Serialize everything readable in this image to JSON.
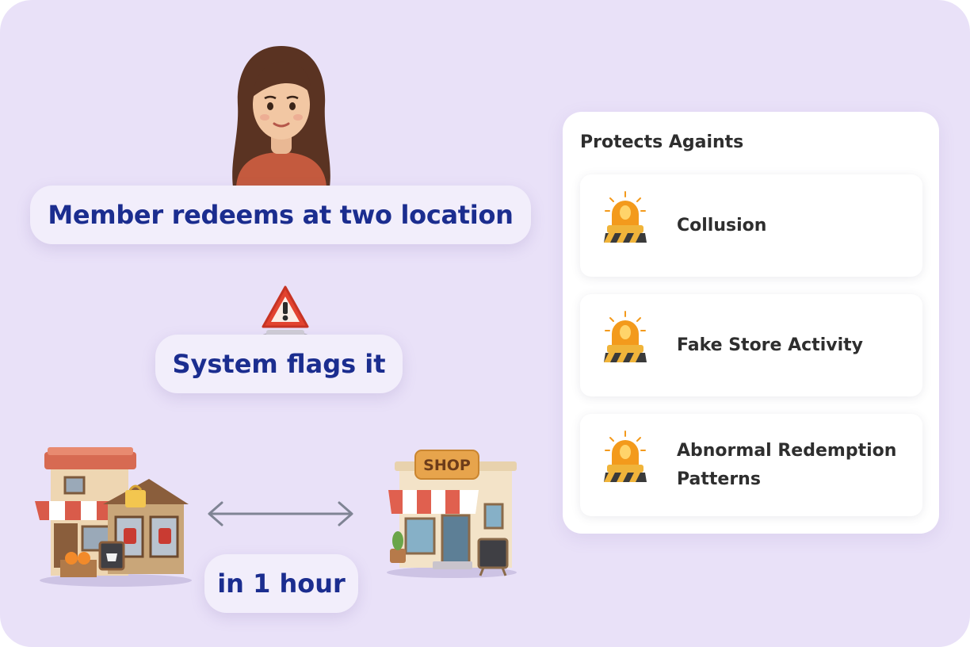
{
  "flow": {
    "member_label": "Member redeems at two location",
    "flag_label": "System flags it",
    "time_label": "in 1 hour"
  },
  "panel": {
    "title": "Protects Againts",
    "items": [
      {
        "label": "Collusion",
        "icon": "siren-icon"
      },
      {
        "label": "Fake Store Activity",
        "icon": "siren-icon"
      },
      {
        "label": "Abnormal Redemption Patterns",
        "icon": "siren-icon"
      }
    ]
  },
  "store_sign": "SHOP",
  "colors": {
    "background": "#e9e1f8",
    "pill": "#f2eefb",
    "heading_blue": "#1b2d8f",
    "text_dark": "#2e2e2e",
    "siren_orange": "#f39a1c",
    "warning_red": "#e2432f",
    "awning_red": "#e0604f"
  }
}
